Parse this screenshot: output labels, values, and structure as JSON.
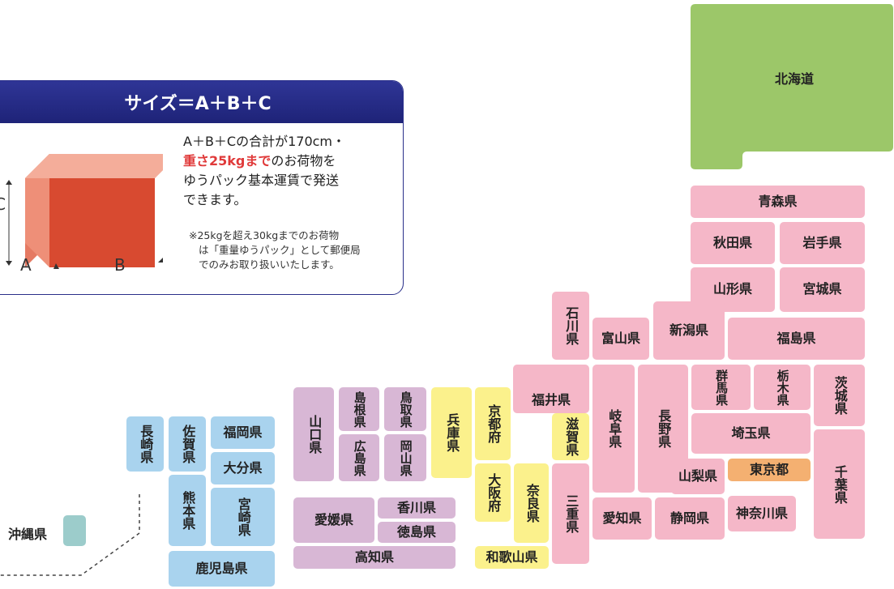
{
  "info_box": {
    "title": "サイズ＝A＋B＋C",
    "line1": "A＋B＋Cの合計が170cm・",
    "line2_red": "重さ25kgまで",
    "line2_rest": "のお荷物を",
    "line3": "ゆうパック基本運賃で発送",
    "line4": "できます。",
    "note1": "※25kgを超え30kgまでのお荷物",
    "note2": "は「重量ゆうパック」として郵便局",
    "note3": "でのみお取り扱いいたします。",
    "label_a": "A",
    "label_b": "B",
    "label_c": "C"
  },
  "colors": {
    "hokkaido": "#9cc769",
    "tohoku_kanto_chubu": "#f5b7c8",
    "tokyo": "#f4b071",
    "kinki": "#fbf18c",
    "chugoku_shikoku": "#d8b7d5",
    "kyushu": "#a9d3ee",
    "okinawa": "#9ccccb",
    "box_header": "#2a2f8a",
    "red_text": "#e03a3a"
  },
  "prefectures": {
    "hokkaido": "北海道",
    "aomori": "青森県",
    "akita": "秋田県",
    "iwate": "岩手県",
    "yamagata": "山形県",
    "miyagi": "宮城県",
    "niigata": "新潟県",
    "fukushima": "福島県",
    "toyama": "富山県",
    "ishikawa": "石川県",
    "fukui": "福井県",
    "gifu": "岐阜県",
    "nagano": "長野県",
    "gunma": "群馬県",
    "tochigi": "栃木県",
    "ibaraki": "茨城県",
    "saitama": "埼玉県",
    "chiba": "千葉県",
    "tokyo": "東京都",
    "kanagawa": "神奈川県",
    "yamanashi": "山梨県",
    "shizuoka": "静岡県",
    "aichi": "愛知県",
    "mie": "三重県",
    "shiga": "滋賀県",
    "kyoto": "京都府",
    "osaka": "大阪府",
    "nara": "奈良県",
    "wakayama": "和歌山県",
    "hyogo": "兵庫県",
    "tottori": "鳥取県",
    "shimane": "島根県",
    "okayama": "岡山県",
    "hiroshima": "広島県",
    "yamaguchi": "山口県",
    "kagawa": "香川県",
    "tokushima": "徳島県",
    "ehime": "愛媛県",
    "kochi": "高知県",
    "fukuoka": "福岡県",
    "saga": "佐賀県",
    "nagasaki": "長崎県",
    "oita": "大分県",
    "kumamoto": "熊本県",
    "miyazaki": "宮崎県",
    "kagoshima": "鹿児島県",
    "okinawa": "沖縄県"
  }
}
